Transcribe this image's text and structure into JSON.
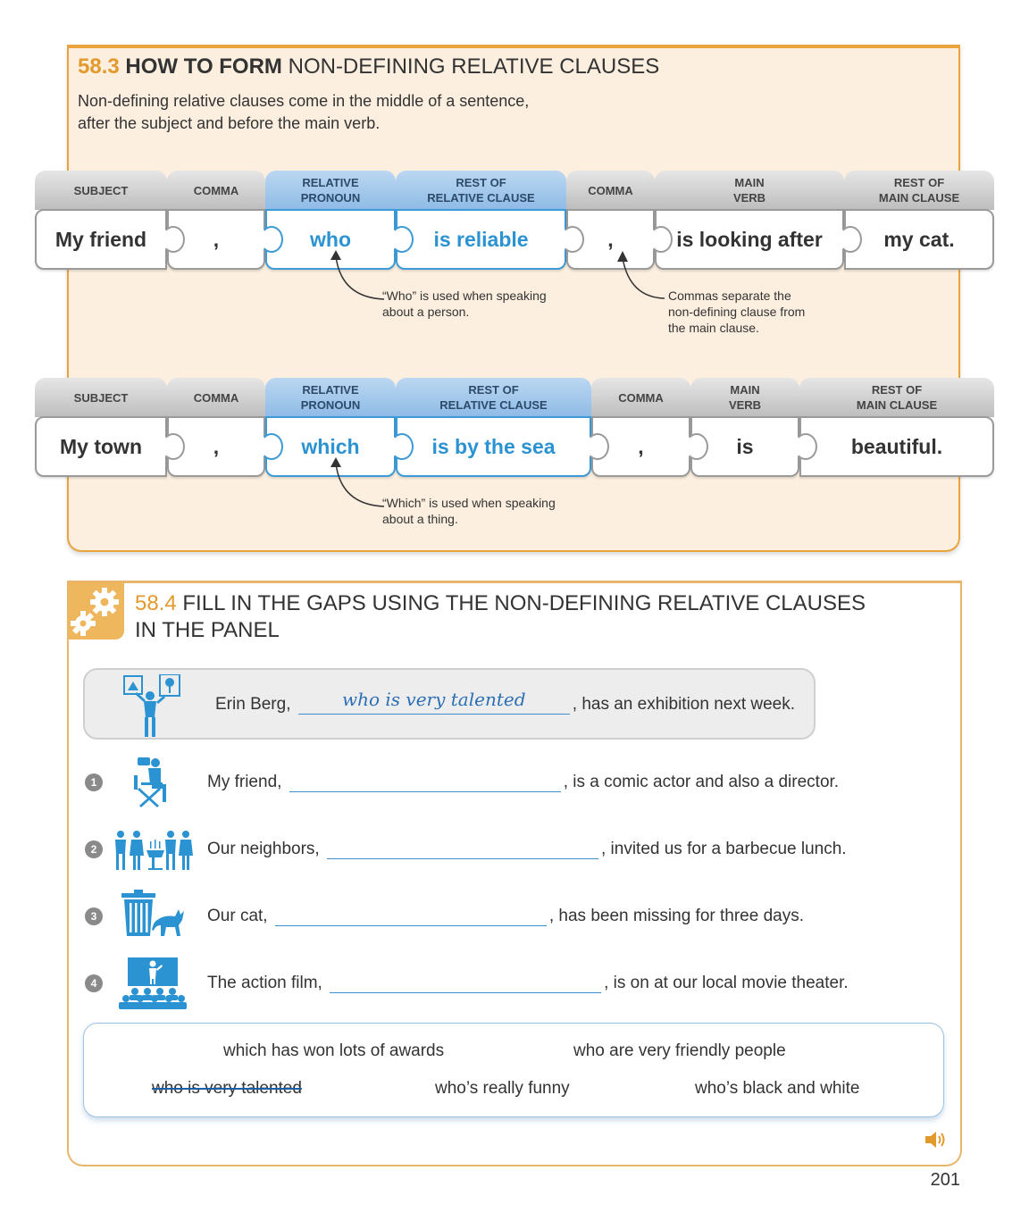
{
  "section_583": {
    "number": "58.3",
    "title_bold": "HOW TO FORM",
    "title_rest": "NON-DEFINING RELATIVE CLAUSES",
    "intro_line1": "Non-defining relative clauses come in the middle of a sentence,",
    "intro_line2": "after the subject and before the main verb.",
    "row1": {
      "headers": [
        "SUBJECT",
        "COMMA",
        "RELATIVE\nPRONOUN",
        "REST OF\nRELATIVE CLAUSE",
        "COMMA",
        "MAIN\nVERB",
        "REST OF\nMAIN CLAUSE"
      ],
      "words": [
        "My friend",
        ",",
        "who",
        "is reliable",
        ",",
        "is looking after",
        "my cat."
      ],
      "note_who_1": "“Who” is used when speaking",
      "note_who_2": "about a person.",
      "note_comma_1": "Commas separate the",
      "note_comma_2": "non-defining clause from",
      "note_comma_3": "the main clause."
    },
    "row2": {
      "headers": [
        "SUBJECT",
        "COMMA",
        "RELATIVE\nPRONOUN",
        "REST OF\nRELATIVE CLAUSE",
        "COMMA",
        "MAIN\nVERB",
        "REST OF\nMAIN CLAUSE"
      ],
      "words": [
        "My town",
        ",",
        "which",
        "is by the sea",
        ",",
        "is",
        "beautiful."
      ],
      "note_which_1": "“Which” is used when speaking",
      "note_which_2": "about a thing."
    }
  },
  "section_584": {
    "number": "58.4",
    "title_line1": "FILL IN THE GAPS USING THE NON-DEFINING RELATIVE CLAUSES",
    "title_line2": "IN THE PANEL",
    "example": {
      "before": "Erin Berg,",
      "answer": "who is very talented",
      "after": ", has an exhibition next week."
    },
    "questions": [
      {
        "num": "1",
        "before": "My friend,",
        "after": ", is a comic actor and also a director."
      },
      {
        "num": "2",
        "before": "Our neighbors,",
        "after": ", invited us for a barbecue lunch."
      },
      {
        "num": "3",
        "before": "Our cat,",
        "after": ", has been missing for three days."
      },
      {
        "num": "4",
        "before": "The action film,",
        "after": ", is on at our local movie theater."
      }
    ],
    "panel": {
      "row1": [
        "which has won lots of awards",
        "who are very friendly people"
      ],
      "row2": [
        "who is very talented",
        "who’s really funny",
        "who’s black and white"
      ]
    }
  },
  "page_number": "201",
  "colors": {
    "orange": "#e39a2c",
    "blue": "#2b93d1",
    "panel_bg": "#fcefdf",
    "icon_blue": "#2b93d1"
  }
}
